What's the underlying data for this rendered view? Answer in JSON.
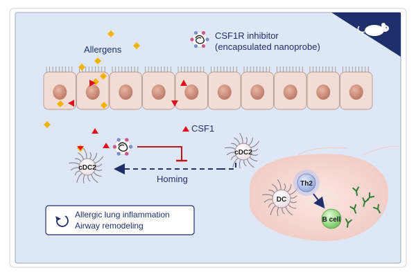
{
  "labels": {
    "allergens": "Allergens",
    "inhibitor_line1": "CSF1R inhibitor",
    "inhibitor_line2": "(encapsulated nanoprobe)",
    "csf1": "CSF1",
    "cdc2_left": "cDC2",
    "cdc2_right": "cDC2",
    "homing": "Homing",
    "dc": "DC",
    "th2": "Th2",
    "bcell": "B cell",
    "outcome_line1": "Allergic lung inflammation",
    "outcome_line2": "Airway remodeling"
  },
  "colors": {
    "background": "#dde7f5",
    "epithelium": "#f1dcd6",
    "nucleus": "#c98e7c",
    "lymph_node": "#f6d9d5",
    "allergen": "#f0b400",
    "csf1": "#e0101a",
    "inhibitor_line": "#c0141c",
    "homing_arrow": "#1f2f6b",
    "th2": "#9aaee0",
    "bcell": "#8fd27a",
    "antibody": "#2e7d32",
    "corner": "#1f2f6b"
  },
  "icons": {
    "mouse": "mouse-icon",
    "cycle": "cycle-icon",
    "nanoprobe": "nanoprobe-icon"
  }
}
